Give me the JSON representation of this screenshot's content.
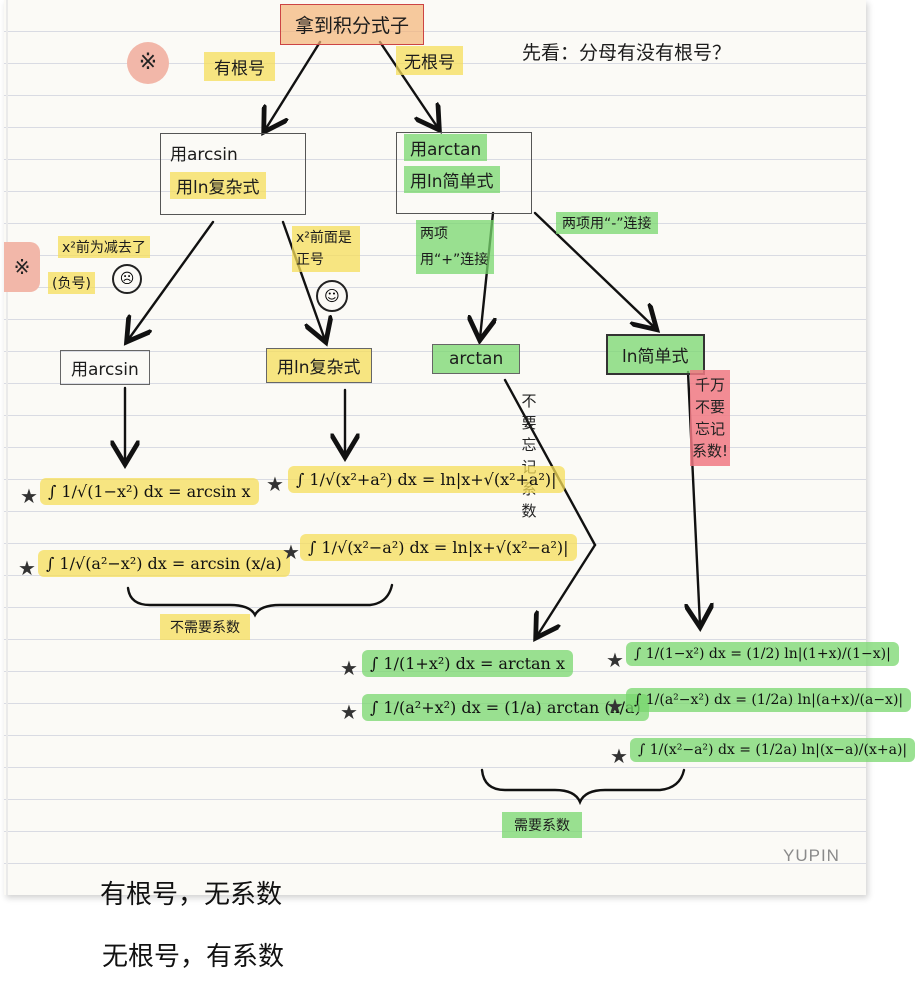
{
  "title": "拿到积分式子",
  "question": "先看：分母有没有根号？",
  "branch_left": "有根号",
  "branch_right": "无根号",
  "note_symbol": "※",
  "level1": {
    "left": {
      "line1": "用arcsin",
      "line2": "用ln复杂式"
    },
    "right": {
      "line1": "用arctan",
      "line2": "用ln简单式"
    }
  },
  "notes": {
    "x_square_minus": "x²前为减去了",
    "negative": "(负号)",
    "x_square_positive": "x²前面是正号",
    "two_terms_plus": "两项用“+”连接",
    "two_terms_minus": "两项用“-”连接"
  },
  "level2": {
    "a": "用arcsin",
    "b": "用ln复杂式",
    "c": "arctan",
    "d": "ln简单式"
  },
  "side_notes": {
    "dont_forget_coef": "不要忘记系数",
    "never_forget_coef": "千万不要忘记系数!"
  },
  "formulas": {
    "f1": "∫ 1/√(1−x²) dx = arcsin x",
    "f2": "∫ 1/√(a²−x²) dx = arcsin (x/a)",
    "f3": "∫ 1/√(x²+a²) dx = ln|x+√(x²+a²)|",
    "f4": "∫ 1/√(x²−a²) dx = ln|x+√(x²−a²)|",
    "f5": "∫ 1/(1+x²) dx = arctan x",
    "f6": "∫ 1/(a²+x²) dx = (1/a) arctan (x/a)",
    "f7": "∫ 1/(1−x²) dx = (1/2) ln|(1+x)/(1−x)|",
    "f8": "∫ 1/(a²−x²) dx = (1/2a) ln|(a+x)/(a−x)|",
    "f9": "∫ 1/(x²−a²) dx = (1/2a) ln|(x−a)/(x+a)|"
  },
  "brace_labels": {
    "no_coef": "不需要系数",
    "need_coef": "需要系数"
  },
  "star": "★",
  "watermark": "YUPIN",
  "summary": {
    "line1": "有根号，无系数",
    "line2": "无根号，有系数"
  },
  "colors": {
    "yellow": "#f5de5a",
    "green": "#78d76e",
    "orange": "#f4b478",
    "pink": "#f07882"
  }
}
